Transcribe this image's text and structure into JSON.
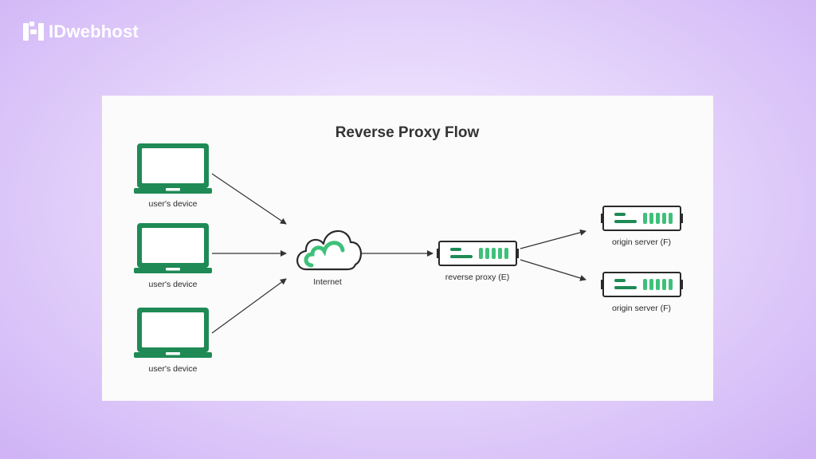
{
  "brand": {
    "name": "IDwebhost",
    "logo_icon": "idwebhost-logo-icon"
  },
  "colors": {
    "accent_green": "#1f8a55",
    "accent_light_green": "#3fc07a",
    "background_purple": "#cfb3f6",
    "card_background": "#fbfbfb"
  },
  "diagram": {
    "title": "Reverse Proxy Flow",
    "nodes": {
      "device_1": {
        "label": "user's device",
        "icon": "laptop-icon"
      },
      "device_2": {
        "label": "user's device",
        "icon": "laptop-icon"
      },
      "device_3": {
        "label": "user's device",
        "icon": "laptop-icon"
      },
      "internet": {
        "label": "Internet",
        "icon": "cloud-icon"
      },
      "proxy": {
        "label": "reverse proxy (E)",
        "icon": "server-icon"
      },
      "origin_1": {
        "label": "origin server (F)",
        "icon": "server-icon"
      },
      "origin_2": {
        "label": "origin server (F)",
        "icon": "server-icon"
      }
    },
    "edges": [
      {
        "from": "device_1",
        "to": "internet"
      },
      {
        "from": "device_2",
        "to": "internet"
      },
      {
        "from": "device_3",
        "to": "internet"
      },
      {
        "from": "internet",
        "to": "proxy"
      },
      {
        "from": "proxy",
        "to": "origin_1"
      },
      {
        "from": "proxy",
        "to": "origin_2"
      }
    ]
  }
}
